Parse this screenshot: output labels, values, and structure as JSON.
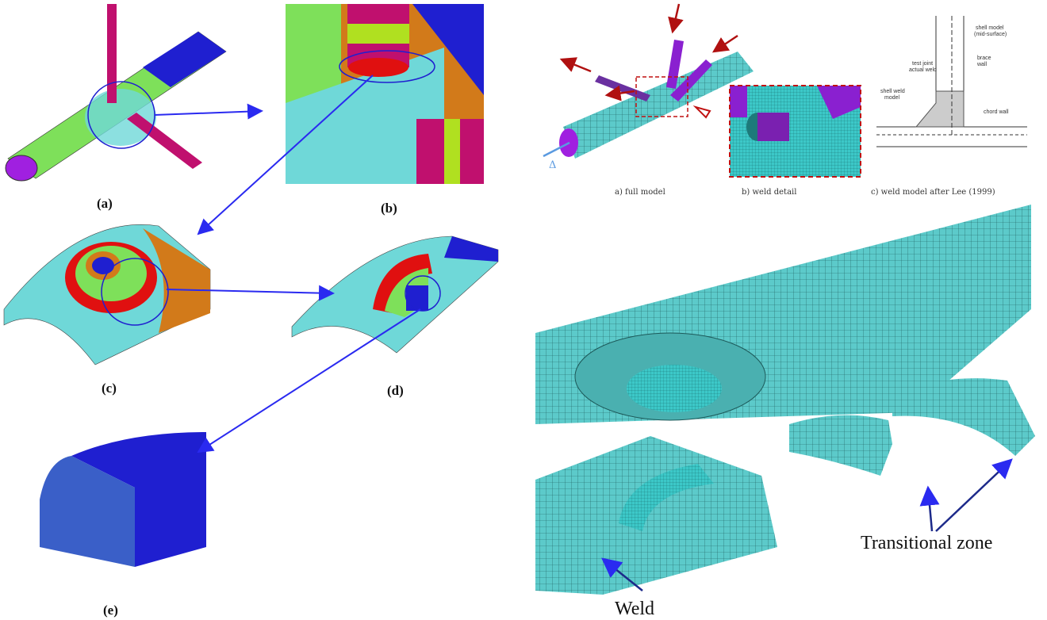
{
  "panels": {
    "a": "(a)",
    "b": "(b)",
    "c": "(c)",
    "d": "(d)",
    "e": "(e)"
  },
  "captions": {
    "full_model": "a) full model",
    "weld_detail": "b) weld detail",
    "weld_model": "c) weld model after Lee (1999)"
  },
  "weld_diagram": {
    "shell_model": "shell model",
    "mid_surface": "(mid-surface)",
    "test_joint": "test joint",
    "actual_weld": "actual weld",
    "brace": "brace",
    "wall": "wall",
    "shell_weld": "shell weld",
    "model": "model",
    "chord_wall": "chord wall"
  },
  "delta_symbol": "Δ",
  "annotations": {
    "transitional_zone": "Transitional zone",
    "weld": "Weld"
  },
  "colors": {
    "green": "#7ee05a",
    "blue": "#1f1fd0",
    "magenta": "#c0106e",
    "cyan": "#6fd8d8",
    "orange": "#d27a1a",
    "red": "#e01010",
    "mesh": "#5cc8c8",
    "purple": "#8a20d0",
    "arrow": "#2a2af0"
  }
}
